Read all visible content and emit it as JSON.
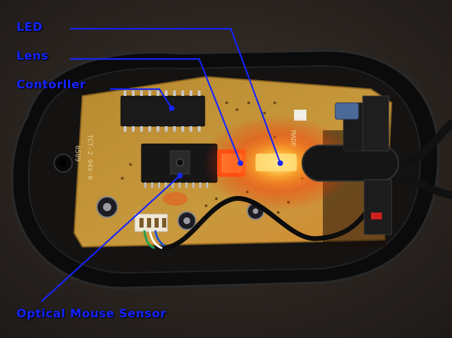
{
  "labels": {
    "led": "LED",
    "lens": "Lens",
    "controller": "Contorller",
    "sensor": "Optical Mouse Sensor"
  },
  "silkscreen": {
    "board_id": "TCT-2 94V-0",
    "board_code": "0509",
    "made": "MADE"
  },
  "colors": {
    "label_blue": "#1524ff",
    "pcb": "#c89a3a",
    "shell": "#0c0c0c",
    "led_glow": "#ff4a10"
  }
}
